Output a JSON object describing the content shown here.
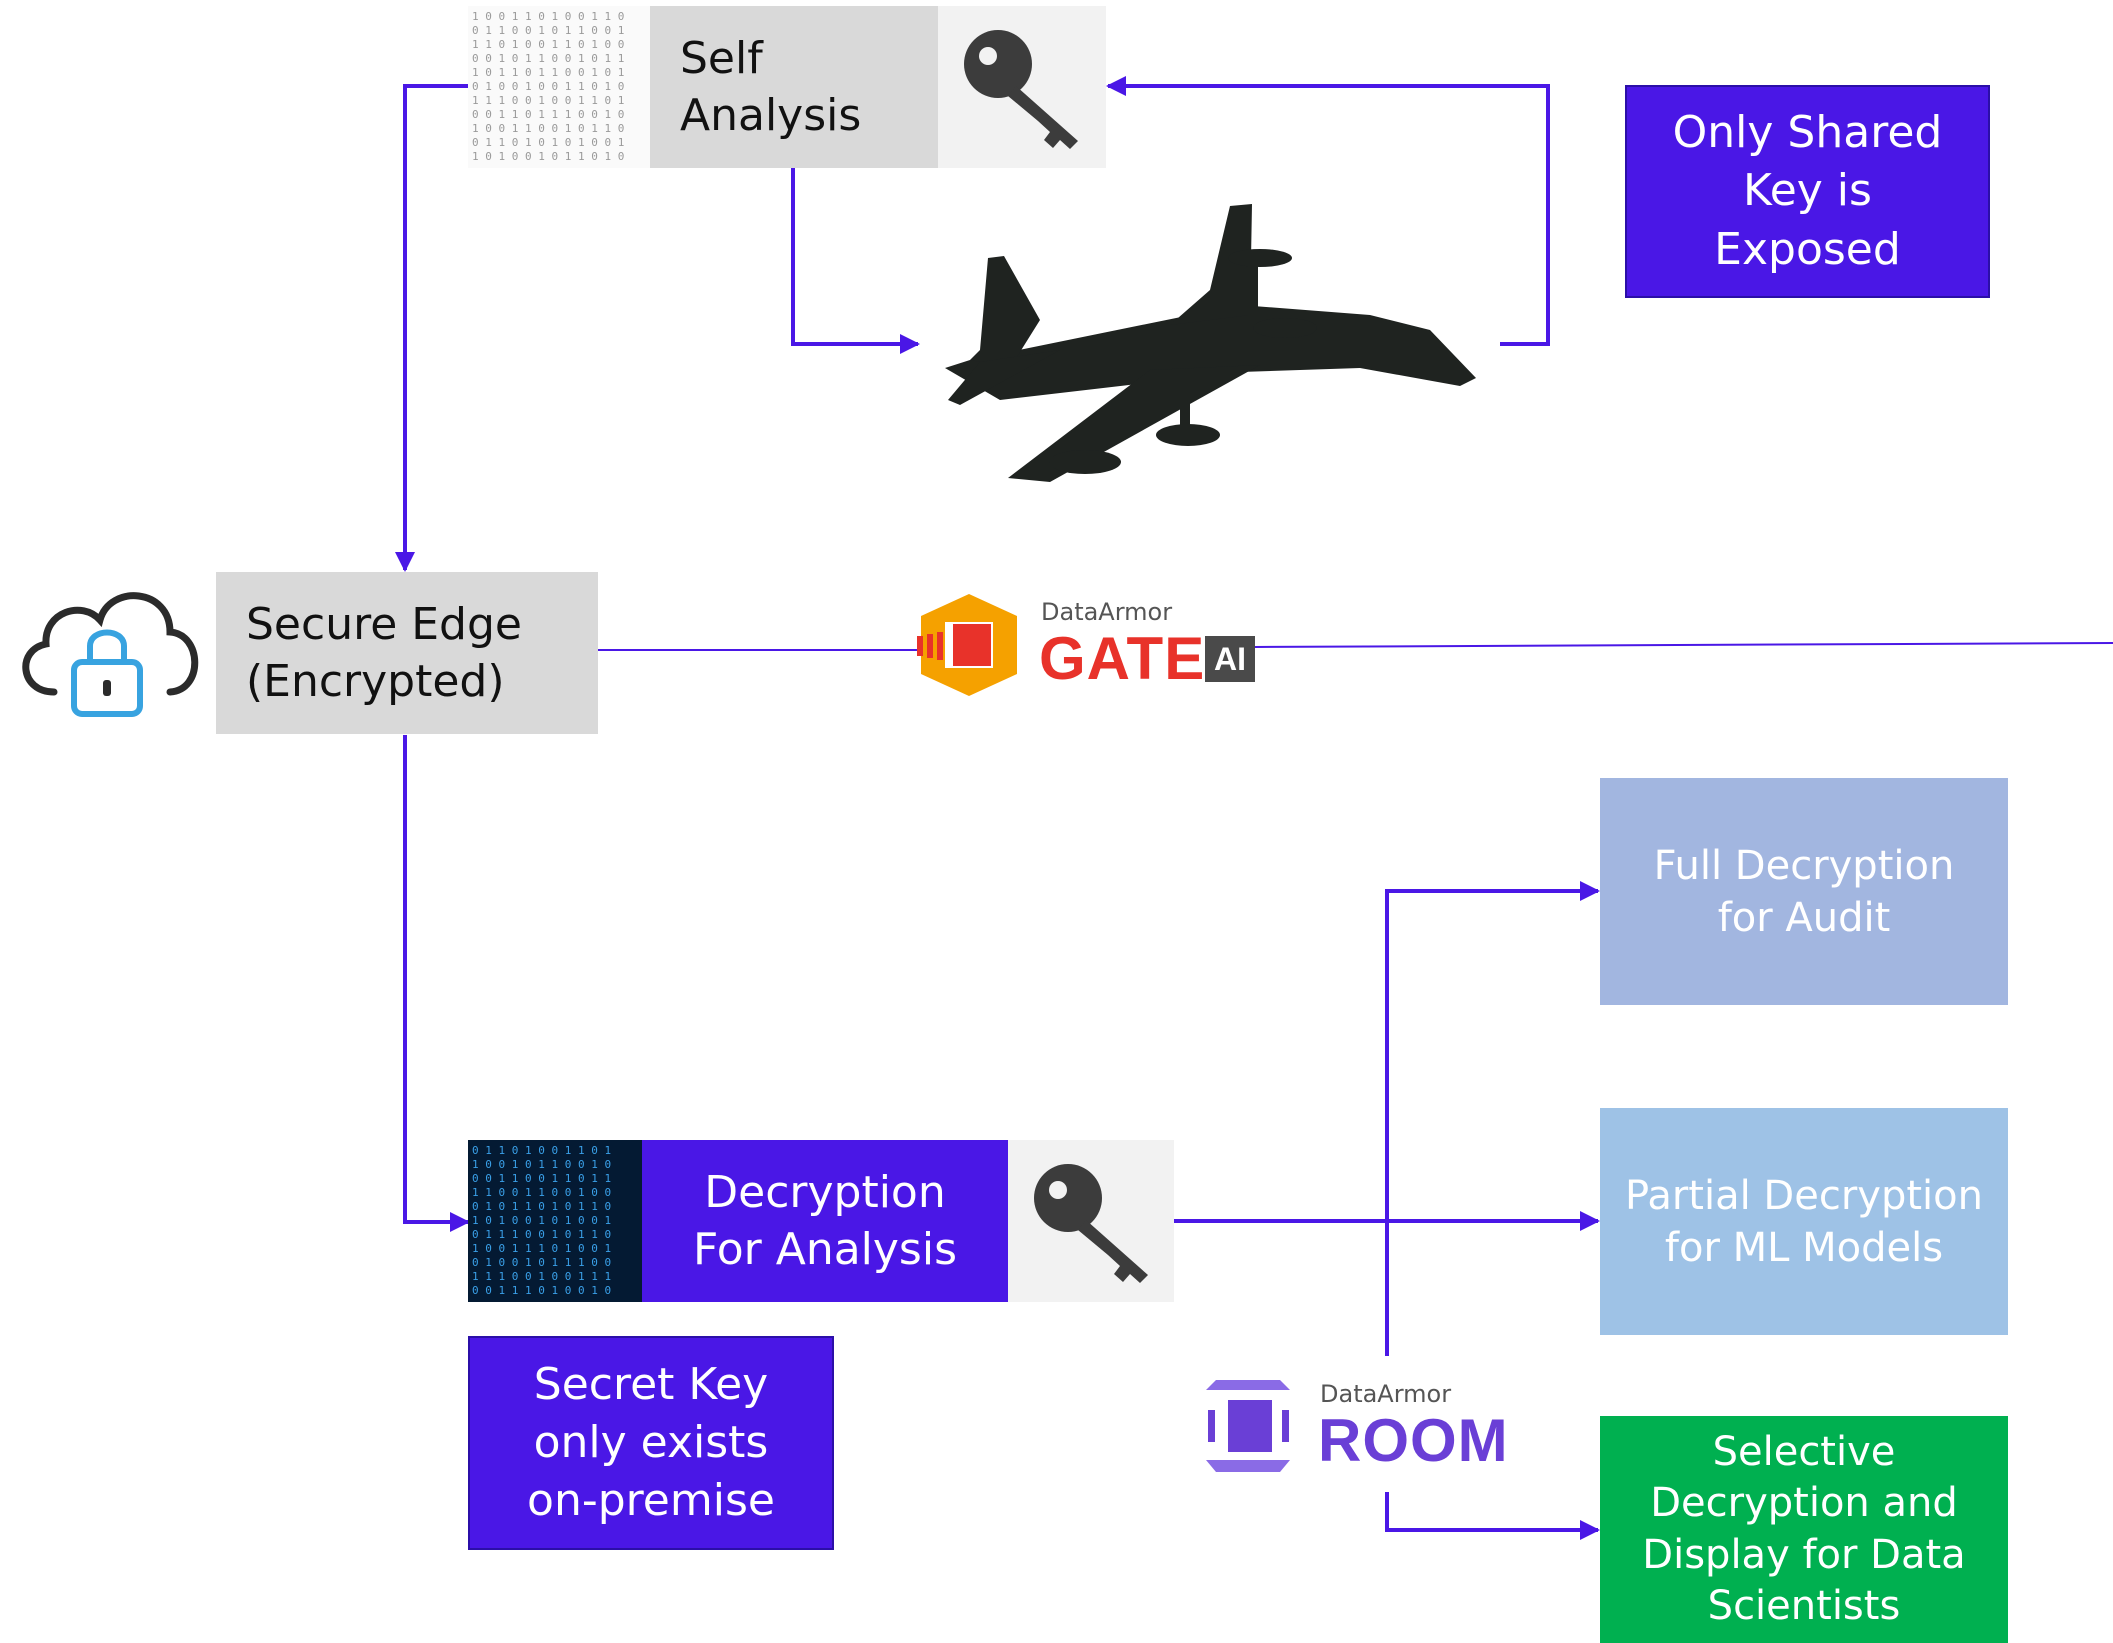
{
  "boxes": {
    "self_analysis": "Self\nAnalysis",
    "only_shared_key": "Only Shared\nKey is\nExposed",
    "secure_edge": "Secure Edge\n(Encrypted)",
    "decryption_for_analysis": "Decryption\nFor Analysis",
    "secret_key": "Secret Key\nonly exists\non-premise",
    "full_decryption": "Full Decryption\nfor Audit",
    "partial_decryption": "Partial Decryption\nfor ML Models",
    "selective_decryption": "Selective\nDecryption and\nDisplay for Data\nScientists"
  },
  "logos": {
    "gate": {
      "brand": "DataArmor",
      "name": "GATE",
      "badge": "AI"
    },
    "room": {
      "brand": "DataArmor",
      "name": "ROOM"
    }
  },
  "colors": {
    "accent_purple": "#4a17e6",
    "gray_box": "#d9d9d9",
    "audit_blue": "#a2b6e0",
    "ml_blue": "#9ec2e6",
    "scientist_green": "#00b050",
    "gate_red": "#e8322a",
    "gate_orange": "#f5a100",
    "room_purple": "#6a3fd6"
  },
  "icons": [
    "binary-data-icon",
    "key-icon",
    "airplane-icon",
    "cloud-lock-icon",
    "matrix-data-icon"
  ]
}
